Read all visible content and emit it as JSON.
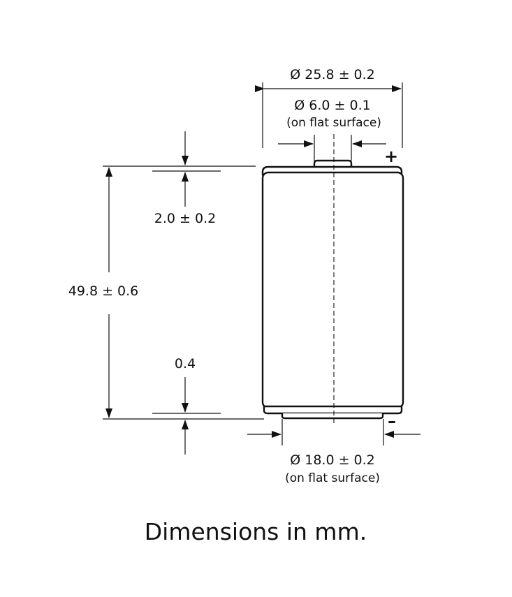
{
  "dimensions": {
    "outer_diameter": "Ø 25.8 ± 0.2",
    "positive_terminal_diameter": "Ø 6.0 ± 0.1",
    "positive_terminal_note": "(on flat surface)",
    "terminal_height": "2.0 ± 0.2",
    "total_height": "49.8 ± 0.6",
    "bottom_gap": "0.4",
    "negative_terminal_diameter": "Ø 18.0 ± 0.2",
    "negative_terminal_note": "(on flat surface)"
  },
  "polarity": {
    "positive": "+",
    "negative": "–"
  },
  "caption": "Dimensions in mm.",
  "colors": {
    "line": "#111111",
    "background": "#ffffff"
  }
}
